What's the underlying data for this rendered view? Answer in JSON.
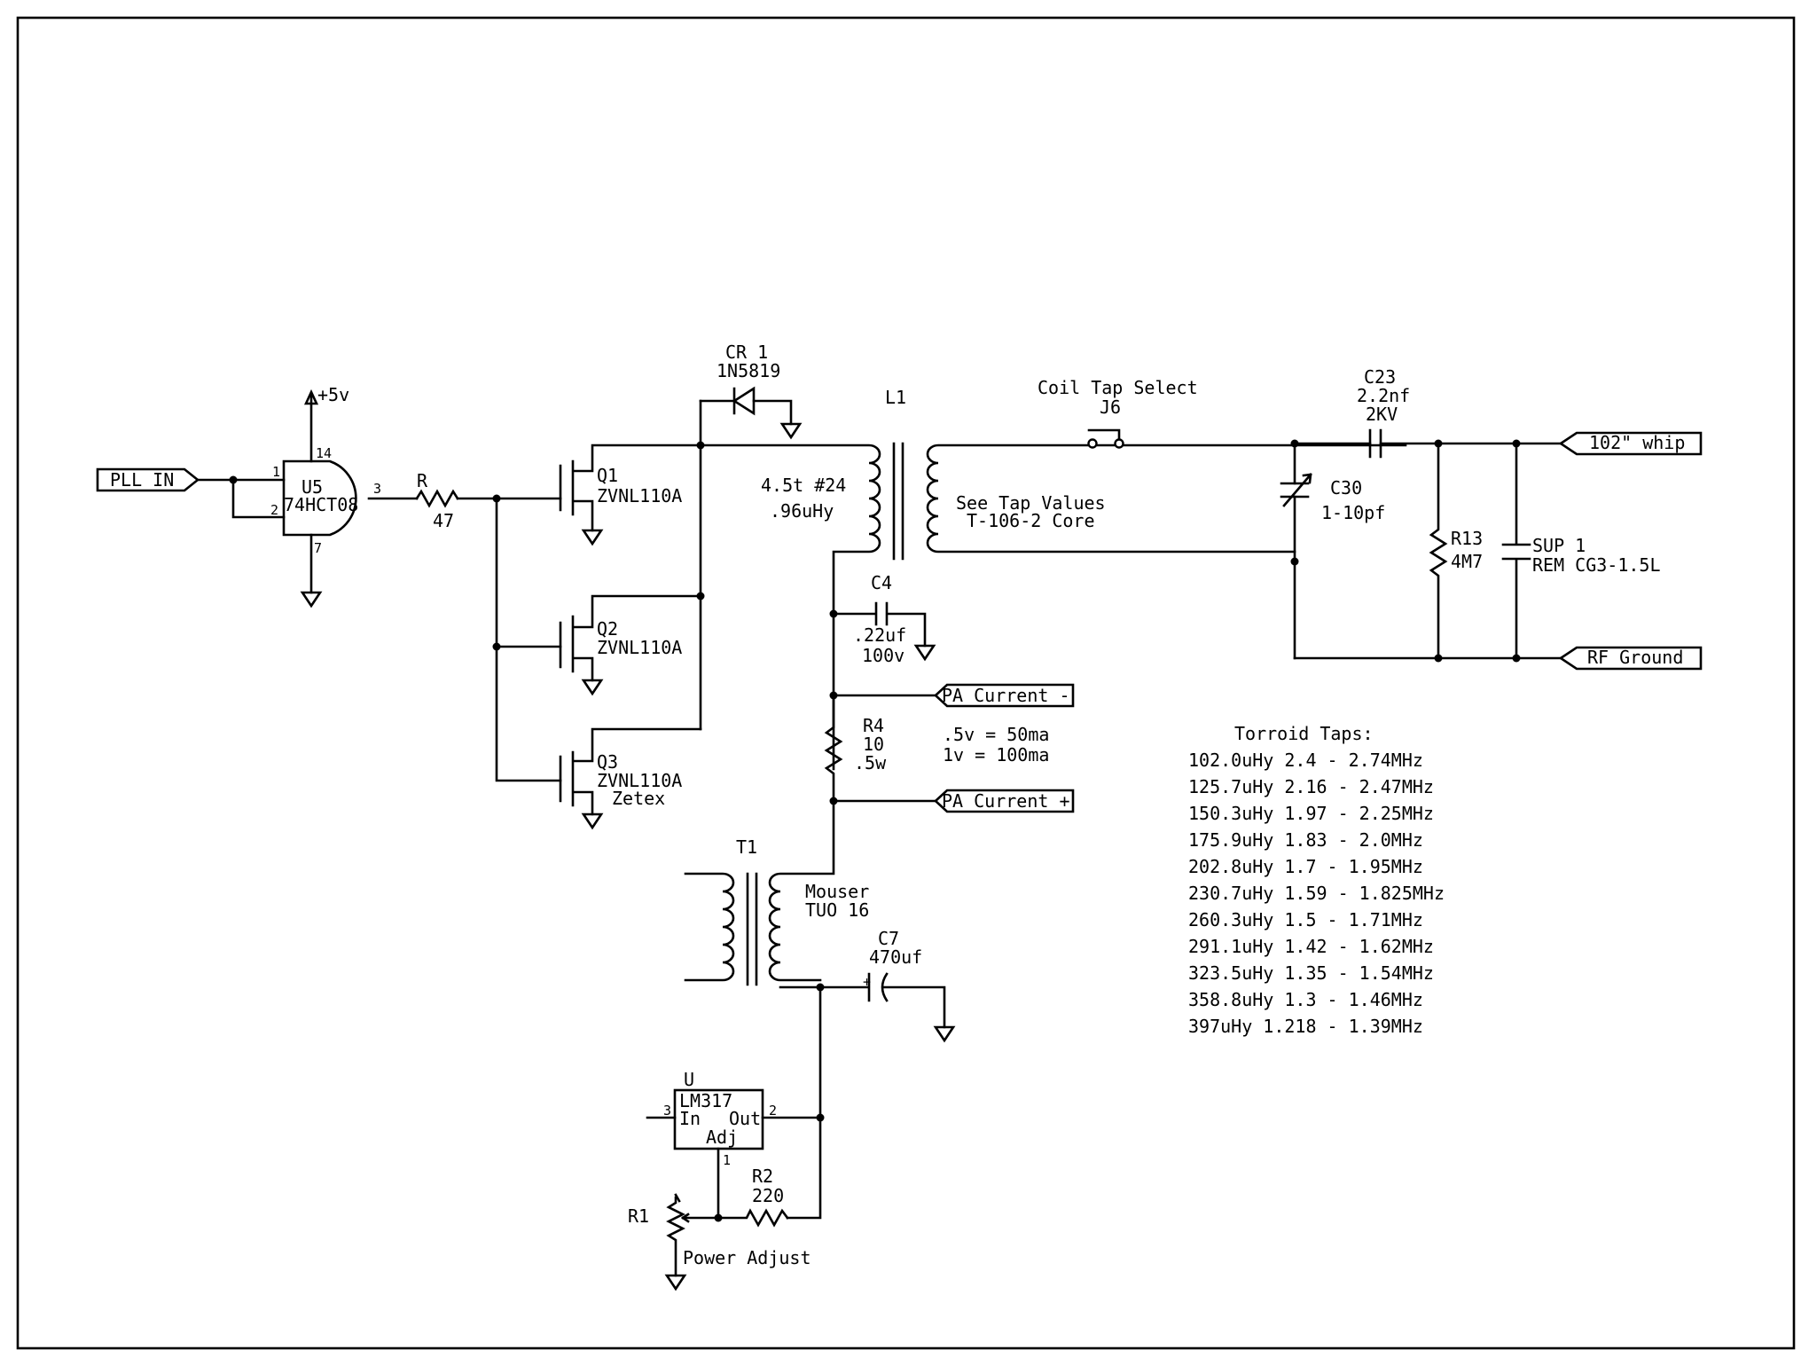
{
  "labels": {
    "pll_in": "PLL IN",
    "u5_pin1": "1",
    "u5_pin2": "2",
    "u5_pin14": "14",
    "u5_pin7": "7",
    "u5_pin3": "3",
    "u5_ref": "U5",
    "u5_part": "74HCT08",
    "vcc": "+5v",
    "r_ref": "R",
    "r_val": "47",
    "q1_ref": "Q1",
    "q1_part": "ZVNL110A",
    "q2_ref": "Q2",
    "q2_part": "ZVNL110A",
    "q3_ref": "Q3",
    "q3_part": "ZVNL110A",
    "q3_mfr": "Zetex",
    "cr1_ref": "CR 1",
    "cr1_part": "1N5819",
    "l1_ref": "L1",
    "l1_turns": "4.5t #24",
    "l1_val": ".96uHy",
    "l1_note1": "See Tap Values",
    "l1_note2": "T-106-2 Core",
    "j6_title": "Coil Tap Select",
    "j6_ref": "J6",
    "c23_ref": "C23",
    "c23_val": "2.2nf",
    "c23_volt": "2KV",
    "c30_ref": "C30",
    "c30_val": "1-10pf",
    "r13_ref": "R13",
    "r13_val": "4M7",
    "sup1_ref": "SUP 1",
    "sup1_part": "REM CG3-1.5L",
    "whip": "102\" whip",
    "rf_ground": "RF  Ground",
    "c4_ref": "C4",
    "c4_val": ".22uf",
    "c4_volt": "100v",
    "pa_minus": "PA Current -",
    "pa_plus": "PA Current +",
    "r4_ref": "R4",
    "r4_val": "10",
    "r4_watt": ".5w",
    "scale1": ".5v = 50ma",
    "scale2": "1v = 100ma",
    "t1_ref": "T1",
    "t1_mfr": "Mouser",
    "t1_part": "TUO 16",
    "c7_ref": "C7",
    "c7_val": "470uf",
    "c7_pol": "+",
    "u_ref": "U",
    "lm317_part": "LM317",
    "lm317_in": "In",
    "lm317_out": "Out",
    "lm317_adj": "Adj",
    "lm317_pin3": "3",
    "lm317_pin2": "2",
    "lm317_pin1": "1",
    "r2_ref": "R2",
    "r2_val": "220",
    "r1_ref": "R1",
    "power_adjust": "Power Adjust"
  },
  "taps": {
    "title": "Torroid Taps:",
    "rows": [
      "102.0uHy 2.4 - 2.74MHz",
      "125.7uHy 2.16 - 2.47MHz",
      "150.3uHy 1.97 - 2.25MHz",
      "175.9uHy 1.83 - 2.0MHz",
      "202.8uHy 1.7 - 1.95MHz",
      "230.7uHy 1.59 - 1.825MHz",
      "260.3uHy 1.5 - 1.71MHz",
      "291.1uHy 1.42 - 1.62MHz",
      "323.5uHy 1.35 - 1.54MHz",
      "358.8uHy 1.3 - 1.46MHz",
      "397uHy 1.218 - 1.39MHz"
    ]
  },
  "colors": {
    "ink": "#000000",
    "paper": "#ffffff"
  }
}
